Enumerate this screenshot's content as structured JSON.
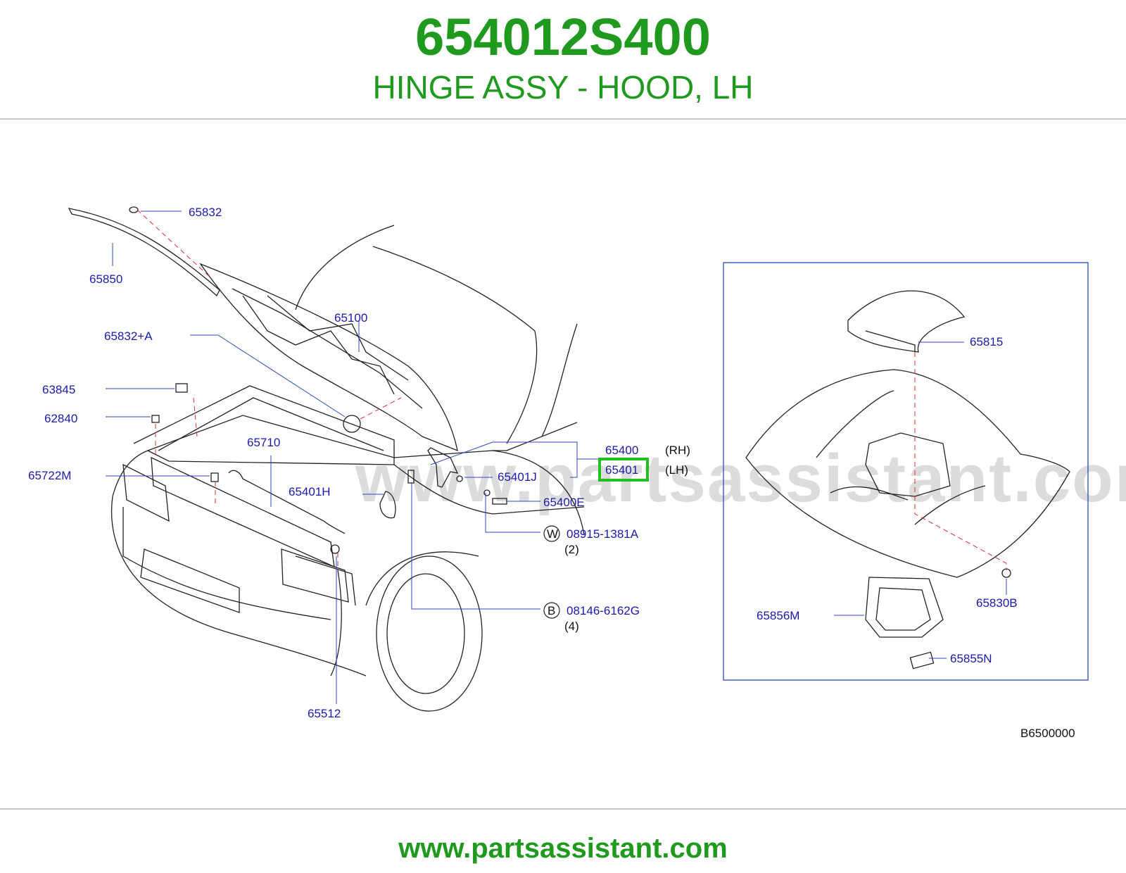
{
  "header": {
    "part_number": "654012S400",
    "part_name": "HINGE ASSY - HOOD, LH"
  },
  "diagram": {
    "watermark": "www.partsassistant.com",
    "code": "B6500000",
    "highlight_color": "#22c022",
    "labels": {
      "p65832": "65832",
      "p65850": "65850",
      "p65100": "65100",
      "p65832a": "65832+A",
      "p63845": "63845",
      "p62840": "62840",
      "p65710": "65710",
      "p65722m": "65722M",
      "p65401h": "65401H",
      "p65400": "65400",
      "p65400_side": "(RH)",
      "p65401": "65401",
      "p65401_side": "(LH)",
      "p65401j": "65401J",
      "p65400e": "65400E",
      "w_symbol": "W",
      "p08915": "08915-1381A",
      "p08915_qty": "(2)",
      "b_symbol": "B",
      "p08146": "08146-6162G",
      "p08146_qty": "(4)",
      "p65512": "65512",
      "p65815": "65815",
      "p65830b": "65830B",
      "p65856m": "65856M",
      "p65855n": "65855N"
    }
  },
  "footer": {
    "url": "www.partsassistant.com"
  }
}
